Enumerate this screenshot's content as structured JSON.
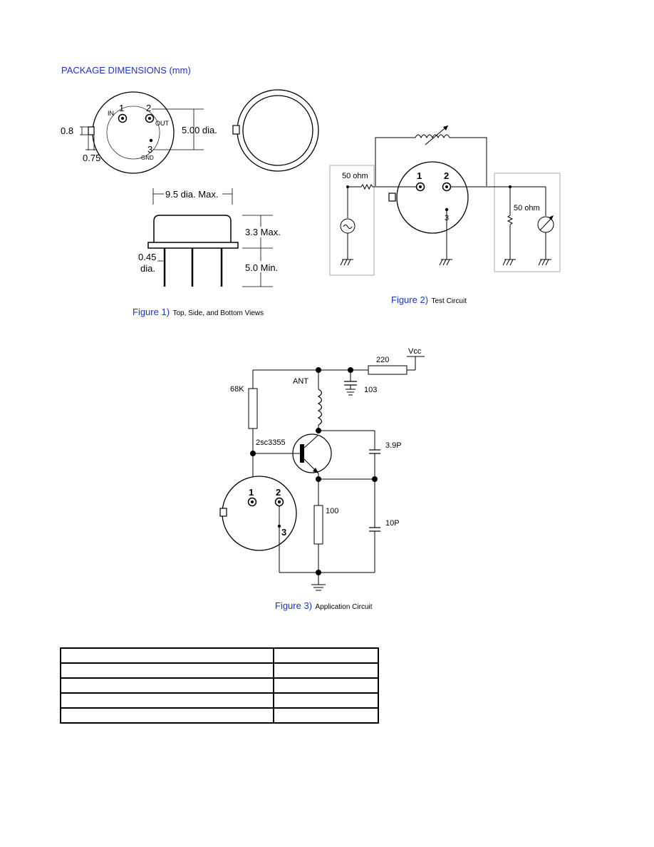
{
  "section_title": "PACKAGE DIMENSIONS (mm)",
  "fig1": {
    "caption_lead": "Figure 1)",
    "caption_rest": "Top, Side, and Bottom Views",
    "pin1": "1",
    "pin2": "2",
    "pin3": "3",
    "in_label": "IN",
    "out_label": "OUT",
    "gnd_label": "GND",
    "dim_08": "0.8",
    "dim_075": "0.75",
    "dim_500": "5.00 dia.",
    "dim_95": "9.5 dia. Max.",
    "dim_33": "3.3 Max.",
    "dim_50": "5.0 Min.",
    "dim_045": "0.45",
    "dim_dia": "dia."
  },
  "fig2": {
    "caption_lead": "Figure 2)",
    "caption_rest": "Test Circuit",
    "r_in": "50 ohm",
    "r_out": "50 ohm",
    "pin1": "1",
    "pin2": "2",
    "pin3": "3"
  },
  "fig3": {
    "caption_lead": "Figure 3)",
    "caption_rest": "Application Circuit",
    "vcc": "Vcc",
    "r220": "220",
    "c103": "103",
    "ant": "ANT",
    "r68k": "68K",
    "transistor": "2sc3355",
    "c39p": "3.9P",
    "r100": "100",
    "c10p": "10P",
    "pin1": "1",
    "pin2": "2",
    "pin3": "3"
  },
  "table_rows": [
    [
      "",
      ""
    ],
    [
      "",
      ""
    ],
    [
      "",
      ""
    ],
    [
      "",
      ""
    ],
    [
      "",
      ""
    ]
  ]
}
